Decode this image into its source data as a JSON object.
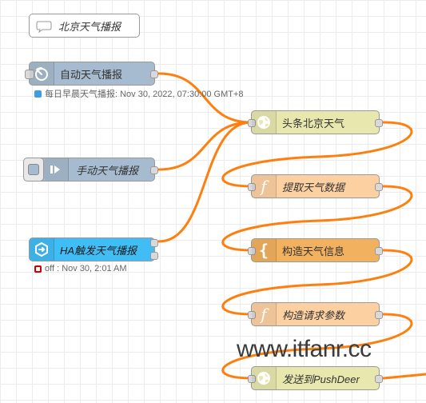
{
  "comment": {
    "label": "北京天气播报"
  },
  "nodes": {
    "auto_broadcast": {
      "label": "自动天气播报",
      "status": "每日早晨天气播报: Nov 30, 2022, 07:30:00 GMT+8"
    },
    "manual_broadcast": {
      "label": "手动天气播报"
    },
    "ha_trigger": {
      "label": "HA触发天气播报",
      "status": "off : Nov 30, 2:01 AM"
    },
    "headline_weather": {
      "label": "头条北京天气"
    },
    "extract_weather": {
      "label": "提取天气数据"
    },
    "build_weather_info": {
      "label": "构造天气信息"
    },
    "build_request_params": {
      "label": "构造请求参数"
    },
    "send_pushdeer": {
      "label": "发送到PushDeer"
    }
  },
  "watermark": "www.itfanr.cc",
  "colors": {
    "inject": "#a6bbcf",
    "ha": "#41bdf5",
    "http": "#e7e7ae",
    "function": "#fdd0a2",
    "template": "#f2b15f",
    "wire": "#ff7f0e",
    "status_blue": "#3d9ee6",
    "status_red": "#cc0000"
  },
  "icons": {
    "inject_icon": "timer-icon",
    "button_icon": "arrow-right-icon",
    "ha_icon": "home-assistant-icon",
    "http_icon": "globe-icon",
    "function_icon": "function-icon",
    "template_icon": "braces-icon",
    "comment_icon": "speech-bubble-icon"
  }
}
